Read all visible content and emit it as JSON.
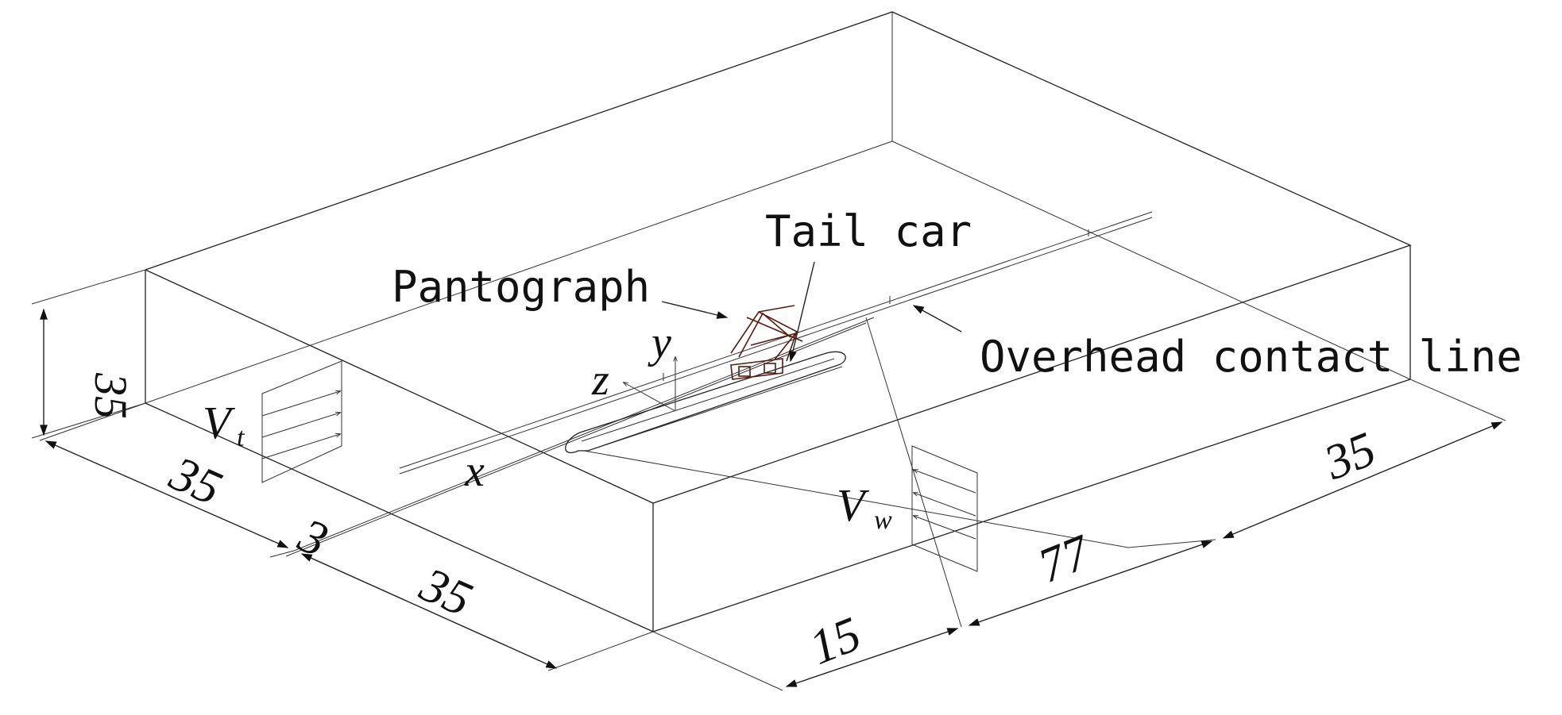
{
  "labels": {
    "tail_car": "Tail car",
    "pantograph": "Pantograph",
    "overhead_line": "Overhead contact line"
  },
  "inlet_labels": {
    "vt_main": "V",
    "vt_sub": "t",
    "vw_main": "V",
    "vw_sub": "w"
  },
  "axes": {
    "x": "x",
    "y": "y",
    "z": "z"
  },
  "dimensions": {
    "height": "35",
    "front_left": "35",
    "gap": "3",
    "front_right": "35",
    "depth_front": "15",
    "depth_mid": "77",
    "depth_back": "35"
  },
  "colors": {
    "lines": "#222222",
    "pantograph": "#5a1a10"
  }
}
